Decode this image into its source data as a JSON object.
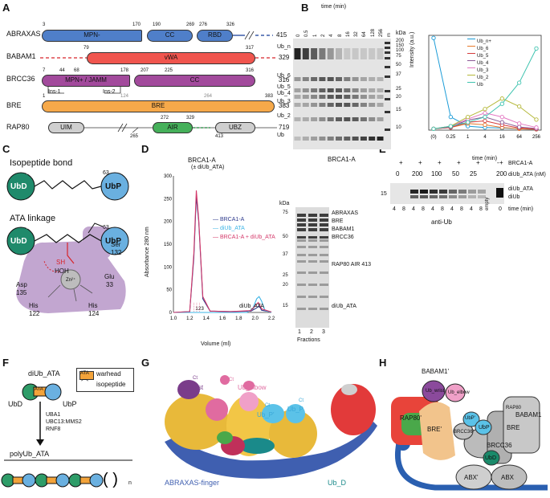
{
  "panels": {
    "A": "A",
    "B": "B",
    "C": "C",
    "D": "D",
    "E": "E",
    "F": "F",
    "G": "G",
    "H": "H"
  },
  "panel_a": {
    "proteins": [
      {
        "name": "ABRAXAS",
        "n_start": "3",
        "end": "415"
      },
      {
        "name": "BABAM1",
        "end": "329"
      },
      {
        "name": "BRCC36",
        "end": "316"
      },
      {
        "name": "BRE",
        "end": "383"
      },
      {
        "name": "RAP80",
        "end": "719"
      }
    ],
    "domains": {
      "mpn_minus": "MPN-",
      "cc": "CC",
      "rbd": "RBD",
      "vwa": "vWA",
      "mpn_plus": "MPN+ / JAMM",
      "cc2": "CC",
      "bre": "BRE",
      "uim": "UIM",
      "air": "AIR",
      "ubz": "UBZ"
    },
    "ticks": {
      "abraxas": [
        "3",
        "170",
        "190",
        "269",
        "276",
        "326"
      ],
      "babam1": [
        "79",
        "317"
      ],
      "brcc36": [
        "7",
        "44",
        "68",
        "178",
        "207",
        "225",
        "316"
      ],
      "bre": [
        "1",
        "124",
        "264",
        "383"
      ],
      "rap80": [
        "272",
        "329",
        "265",
        "413"
      ]
    },
    "ins": [
      "Ins-1",
      "Ins-2"
    ]
  },
  "panel_b": {
    "time_label": "time (min)",
    "lanes": [
      "0",
      "0.5",
      "1",
      "2",
      "4",
      "8",
      "16",
      "32",
      "64",
      "128",
      "256",
      "m"
    ],
    "kda_label": "kDa",
    "markers": [
      "200",
      "150",
      "100",
      "75",
      "50",
      "37",
      "25",
      "20",
      "15",
      "10"
    ],
    "bands": [
      "Ub_n",
      "Ub_6",
      "Ub_5",
      "Ub_4",
      "Ub_3",
      "Ub_2",
      "Ub"
    ],
    "gel_label": "BRCA1-A",
    "chart_data": {
      "type": "line",
      "xlabel": "time (min)",
      "ylabel": "Intensity (a.u.)",
      "categories": [
        "(0)",
        "0.25",
        "1",
        "4",
        "16",
        "64",
        "256"
      ],
      "series": [
        {
          "name": "Ub_n+",
          "color": "#1a9bd7",
          "values": [
            35,
            5,
            1.5,
            1,
            0.8,
            0.5,
            0.3
          ]
        },
        {
          "name": "Ub_6",
          "color": "#e8792b",
          "values": [
            0.5,
            1,
            2.5,
            2,
            1,
            0.5,
            0.3
          ]
        },
        {
          "name": "Ub_5",
          "color": "#d43c3c",
          "values": [
            0.5,
            1,
            3,
            3.5,
            2,
            0.8,
            0.4
          ]
        },
        {
          "name": "Ub_4",
          "color": "#8b5a96",
          "values": [
            0.5,
            1.2,
            3.8,
            5,
            3,
            1.2,
            0.6
          ]
        },
        {
          "name": "Ub_3",
          "color": "#e377c2",
          "values": [
            0.5,
            1.5,
            4.2,
            6.5,
            5,
            2.5,
            1
          ]
        },
        {
          "name": "Ub_2",
          "color": "#b5b83a",
          "values": [
            0.5,
            1.5,
            5,
            8,
            12,
            9,
            4
          ]
        },
        {
          "name": "Ub",
          "color": "#40c4b0",
          "values": [
            0.5,
            1.5,
            3,
            5,
            10,
            18,
            31
          ]
        }
      ]
    }
  },
  "panel_c": {
    "title1": "Isopeptide bond",
    "title2": "ATA linkage",
    "ubd": "UbD",
    "ubp": "UbP",
    "n75": "75",
    "n63": "63",
    "residues": [
      "Ser\n132",
      "Glu\n33",
      "Asp\n135",
      "His\n122",
      "His\n124"
    ],
    "labels": {
      "sh": "SH",
      "hoh": "HOH",
      "zn": "Zn²⁺",
      "ser": "Ser",
      "n132": "132",
      "glu": "Glu",
      "n33": "33",
      "asp": "Asp",
      "n135": "135",
      "his": "His",
      "n122": "122",
      "n124": "124"
    }
  },
  "panel_d": {
    "ylabel": "Absorbance 280 nm",
    "xlabel": "Volume (ml)",
    "peak_label": "BRCA1-A",
    "peak_sub": "(± diUb_ATA)",
    "diub_label": "diUb_ATA",
    "fraction_marks": [
      "1",
      "2",
      "3"
    ],
    "chart_data": {
      "type": "line",
      "xlabel": "Volume (ml)",
      "ylabel": "Absorbance 280 nm",
      "xlim": [
        1.0,
        2.2
      ],
      "ylim": [
        0,
        300
      ],
      "xticks": [
        "1.0",
        "1.2",
        "1.4",
        "1.6",
        "1.8",
        "2.0",
        "2.2"
      ],
      "yticks": [
        "0",
        "50",
        "100",
        "150",
        "200",
        "250",
        "300"
      ],
      "series": [
        {
          "name": "BRCA1-A",
          "color": "#2e3a8c",
          "x": [
            1.0,
            1.2,
            1.25,
            1.28,
            1.31,
            1.36,
            1.45,
            1.7,
            1.95,
            2.02,
            2.05,
            2.08,
            2.2
          ],
          "y": [
            0,
            2,
            120,
            255,
            200,
            30,
            3,
            2,
            3,
            10,
            15,
            5,
            1
          ]
        },
        {
          "name": "diUb_ATA",
          "color": "#3cb4e6",
          "x": [
            1.0,
            1.2,
            1.5,
            1.9,
            1.97,
            2.02,
            2.05,
            2.08,
            2.12,
            2.2
          ],
          "y": [
            0,
            0,
            0,
            0,
            8,
            30,
            35,
            25,
            5,
            0
          ]
        },
        {
          "name": "BRCA1-A + diUb_ATA",
          "color": "#d4396a",
          "x": [
            1.0,
            1.2,
            1.25,
            1.28,
            1.31,
            1.36,
            1.45,
            1.7,
            1.95,
            2.0,
            2.04,
            2.08,
            2.2
          ],
          "y": [
            0,
            2,
            130,
            268,
            205,
            35,
            3,
            2,
            4,
            15,
            22,
            8,
            1
          ]
        }
      ]
    },
    "gel": {
      "kda": "kDa",
      "markers": [
        "75",
        "50",
        "37",
        "25",
        "20",
        "15"
      ],
      "labels": [
        "ABRAXAS",
        "BRE",
        "BABAM1",
        "BRCC36",
        "RAP80 AIR 413",
        "diUb_ATA"
      ],
      "fractions": [
        "1",
        "2",
        "3"
      ],
      "fractions_label": "Fractions"
    }
  },
  "panel_e": {
    "brca_row": [
      "+",
      "+",
      "+",
      "+",
      "+",
      "+",
      "-"
    ],
    "brca_label": "BRCA1-A",
    "conc_row": [
      "0",
      "200",
      "100",
      "50",
      "25",
      "200"
    ],
    "conc_label": "diUb_ATA (nM)",
    "time_row": [
      "4",
      "8",
      "4",
      "8",
      "4",
      "8",
      "4",
      "8",
      "4",
      "8",
      "0"
    ],
    "time_label": "time (min)",
    "kda": "15",
    "bands": [
      "diUb_ATA",
      "diUb"
    ],
    "empty": "empty",
    "blot": "anti-Ub"
  },
  "panel_f": {
    "title": "diUb_ATA",
    "legend": [
      "warhead",
      "isopeptide"
    ],
    "ata": "ATA",
    "ubd": "UbD",
    "ubp": "UbP",
    "enzymes": [
      "UBA1",
      "UBC13:MMS2",
      "RNF8"
    ],
    "product": "polyUb_ATA",
    "n": "n"
  },
  "panel_g": {
    "labels": [
      "Ub_wrist",
      "Ub_elbow",
      "Ub_P'",
      "Ub_P",
      "Ub_D",
      "ABRAXAS-finger",
      "Ct",
      "Ct",
      "Ct",
      "Ct"
    ]
  },
  "panel_h": {
    "labels": [
      "BABAM1'",
      "Ub_wrist",
      "Ub_elbow",
      "BABAM1",
      "RAP80'",
      "BRE'",
      "BRCC36'",
      "UbP'",
      "UbP",
      "BRCC36",
      "BRE",
      "UbD",
      "ABX'",
      "ABX",
      "RAP80"
    ]
  }
}
